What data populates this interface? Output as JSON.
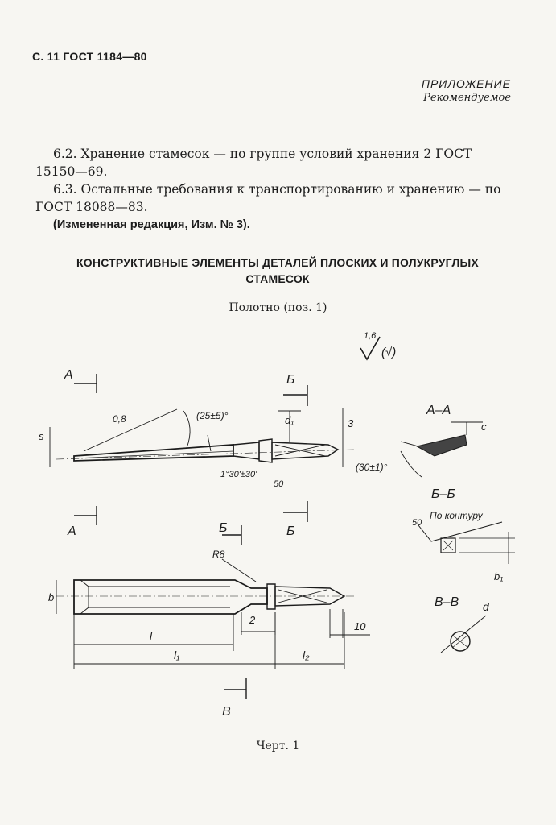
{
  "header": {
    "page_ref": "С. 11 ГОСТ 1184—80"
  },
  "appendix": {
    "title": "ПРИЛОЖЕНИЕ",
    "status": "Рекомендуемое"
  },
  "body": {
    "p1": "6.2. Хранение стамесок — по группе условий хранения 2 ГОСТ 15150—69.",
    "p2": "6.3. Остальные требования к транспортированию и хранению — по ГОСТ 18088—83.",
    "amendment": "(Измененная редакция, Изм. № 3)."
  },
  "section": {
    "title_line1": "КОНСТРУКТИВНЫЕ ЭЛЕМЕНТЫ ДЕТАЛЕЙ ПЛОСКИХ И ПОЛУКРУГЛЫХ",
    "title_line2": "СТАМЕСОК"
  },
  "drawing": {
    "subtitle": "Полотно (поз. 1)",
    "caption": "Черт. 1",
    "roughness": {
      "value": "1,6",
      "extra": "(√)"
    },
    "labels": {
      "A": "А",
      "B_cyr": "Б",
      "V": "В",
      "section_aa": "А–А",
      "section_bb": "Б–Б",
      "section_vv": "В–В",
      "by_contour": "По контуру",
      "fifty": "50",
      "s": "s",
      "d1": "d₁",
      "d": "d",
      "c": "c",
      "b": "b",
      "b1": "b₁",
      "l": "l",
      "l1": "l₁",
      "l2": "l₂",
      "dim_3": "3",
      "dim_2": "2",
      "dim_10": "10",
      "r8": "R8",
      "r08": "0,8",
      "angle_25": "(25±5)°",
      "angle_1_30": "1°30'±30'",
      "angle_30": "(30±1)°",
      "rough_50": "50"
    }
  }
}
